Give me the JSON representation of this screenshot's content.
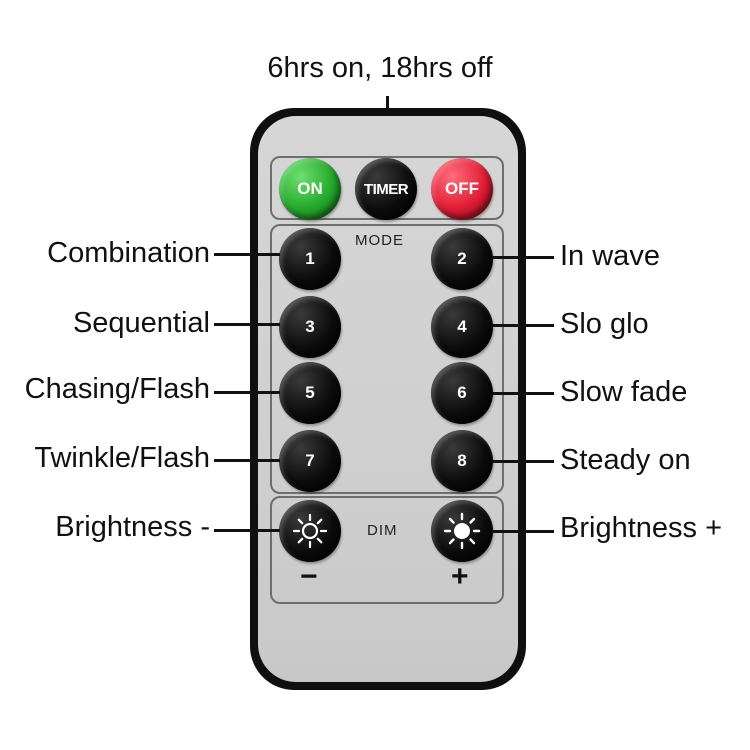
{
  "timer_label": "6hrs on, 18hrs off",
  "power": {
    "on": "ON",
    "timer": "TIMER",
    "off": "OFF"
  },
  "mode_title": "MODE",
  "dim_title": "DIM",
  "minus": "−",
  "plus": "+",
  "buttons": [
    "1",
    "2",
    "3",
    "4",
    "5",
    "6",
    "7",
    "8"
  ],
  "modes_left": [
    "Combination",
    "Sequential",
    "Chasing/Flash",
    "Twinkle/Flash"
  ],
  "modes_right": [
    "In wave",
    "Slo glo",
    "Slow fade",
    "Steady on"
  ],
  "brightness_minus": "Brightness -",
  "brightness_plus": "Brightness +",
  "colors": {
    "on": "#24a82a",
    "off": "#e01c34",
    "body": "#0f0f0f",
    "face": "#d0d0d0"
  },
  "icons": {
    "dim_down": "sun-outline-icon",
    "dim_up": "sun-filled-icon"
  }
}
